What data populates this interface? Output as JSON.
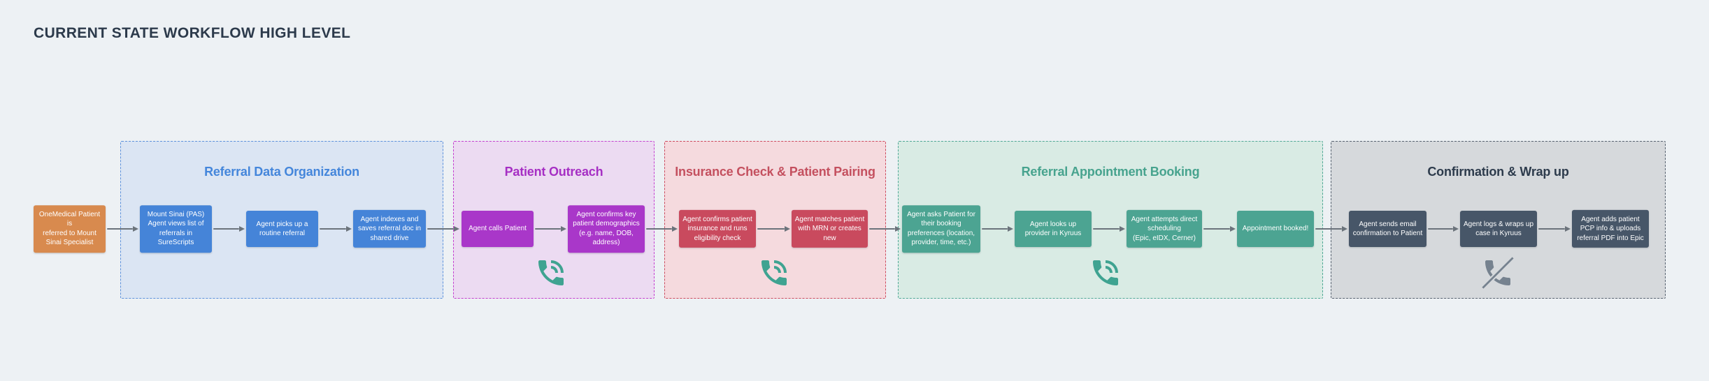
{
  "page": {
    "title": "CURRENT STATE WORKFLOW HIGH LEVEL"
  },
  "colors": {
    "background": "#edf1f4",
    "title_text": "#2c3a4b",
    "arrow": "#6b737b",
    "start_box": "#d88a4e",
    "phone_icon": "#3fa391",
    "phone_slash_icon": "#76828f"
  },
  "start_node": {
    "label": "OneMedical Patient is\nreferred to Mount\nSinai Specialist"
  },
  "sections": [
    {
      "id": "referral-data-organization",
      "title": "Referral Data Organization",
      "accent": "#4486db",
      "box_color": "#4584d8",
      "background": "#dbe5f3",
      "border": "#5c91dc",
      "icon": "none",
      "steps": [
        "Mount Sinai (PAS)\nAgent views list of\nreferrals in\nSureScripts",
        "Agent picks up a\nroutine referral",
        "Agent indexes and\nsaves referral doc in\nshared drive"
      ]
    },
    {
      "id": "patient-outreach",
      "title": "Patient Outreach",
      "accent": "#a62fc4",
      "box_color": "#a937c9",
      "background": "#ecdbf2",
      "border": "#c43ecf",
      "icon": "phone-in-talk-icon",
      "steps": [
        "Agent calls Patient",
        "Agent confirms key\npatient demographics\n(e.g. name, DOB,\naddress)"
      ]
    },
    {
      "id": "insurance-check-patient-pairing",
      "title": "Insurance Check & Patient Pairing",
      "accent": "#c4505f",
      "box_color": "#c94a5e",
      "background": "#f5dade",
      "border": "#cc4a5e",
      "icon": "phone-in-talk-icon",
      "steps": [
        "Agent confirms patient\ninsurance and runs\neligibility check",
        "Agent matches patient\nwith MRN or creates\nnew"
      ]
    },
    {
      "id": "referral-appointment-booking",
      "title": "Referral Appointment Booking",
      "accent": "#47a38e",
      "box_color": "#4ca492",
      "background": "#d9ebe4",
      "border": "#4fa895",
      "icon": "phone-in-talk-icon",
      "steps": [
        "Agent asks Patient for\ntheir booking\npreferences (location,\nprovider, time, etc.)",
        "Agent looks up\nprovider in Kyruus",
        "Agent attempts direct\nscheduling\n(Epic, eIDX, Cerner)",
        "Appointment booked!"
      ]
    },
    {
      "id": "confirmation-wrap-up",
      "title": "Confirmation & Wrap up",
      "accent": "#2d3b4c",
      "box_color": "#475668",
      "background": "#d6d9dc",
      "border": "#586371",
      "icon": "phone-slash-icon",
      "steps": [
        "Agent sends email\nconfirmation to Patient",
        "Agent logs & wraps up\ncase in Kyruus",
        "Agent adds patient\nPCP info & uploads\nreferral PDF into Epic"
      ]
    }
  ]
}
